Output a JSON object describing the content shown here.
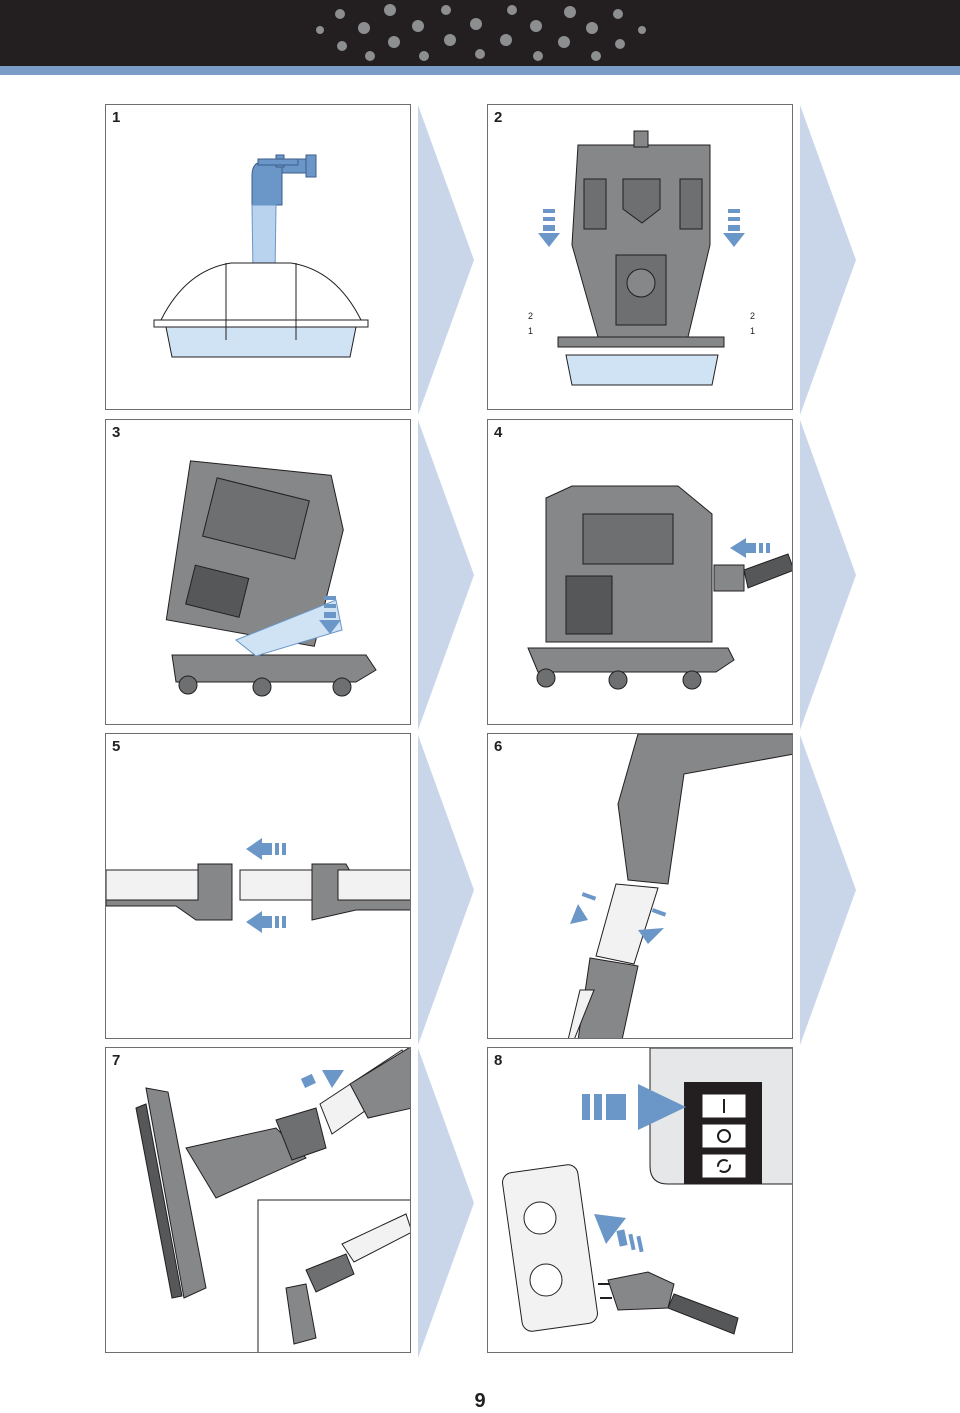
{
  "page": {
    "number": "9"
  },
  "steps": [
    {
      "number": "1"
    },
    {
      "number": "2",
      "labels": [
        "2",
        "1",
        "2",
        "1"
      ]
    },
    {
      "number": "3"
    },
    {
      "number": "4"
    },
    {
      "number": "5"
    },
    {
      "number": "6"
    },
    {
      "number": "7"
    },
    {
      "number": "8"
    }
  ],
  "colors": {
    "header": "#231f20",
    "stripe": "#7a9cc6",
    "accent_blue": "#6b96c8",
    "water": "#cfe3f4",
    "device_gray": "#858789",
    "chevron": "#c9d6ea"
  },
  "icons": [
    "faucet-icon",
    "arrow-icon",
    "switch-on-icon",
    "switch-off-icon",
    "switch-cycle-icon",
    "outlet-icon",
    "plug-icon"
  ]
}
